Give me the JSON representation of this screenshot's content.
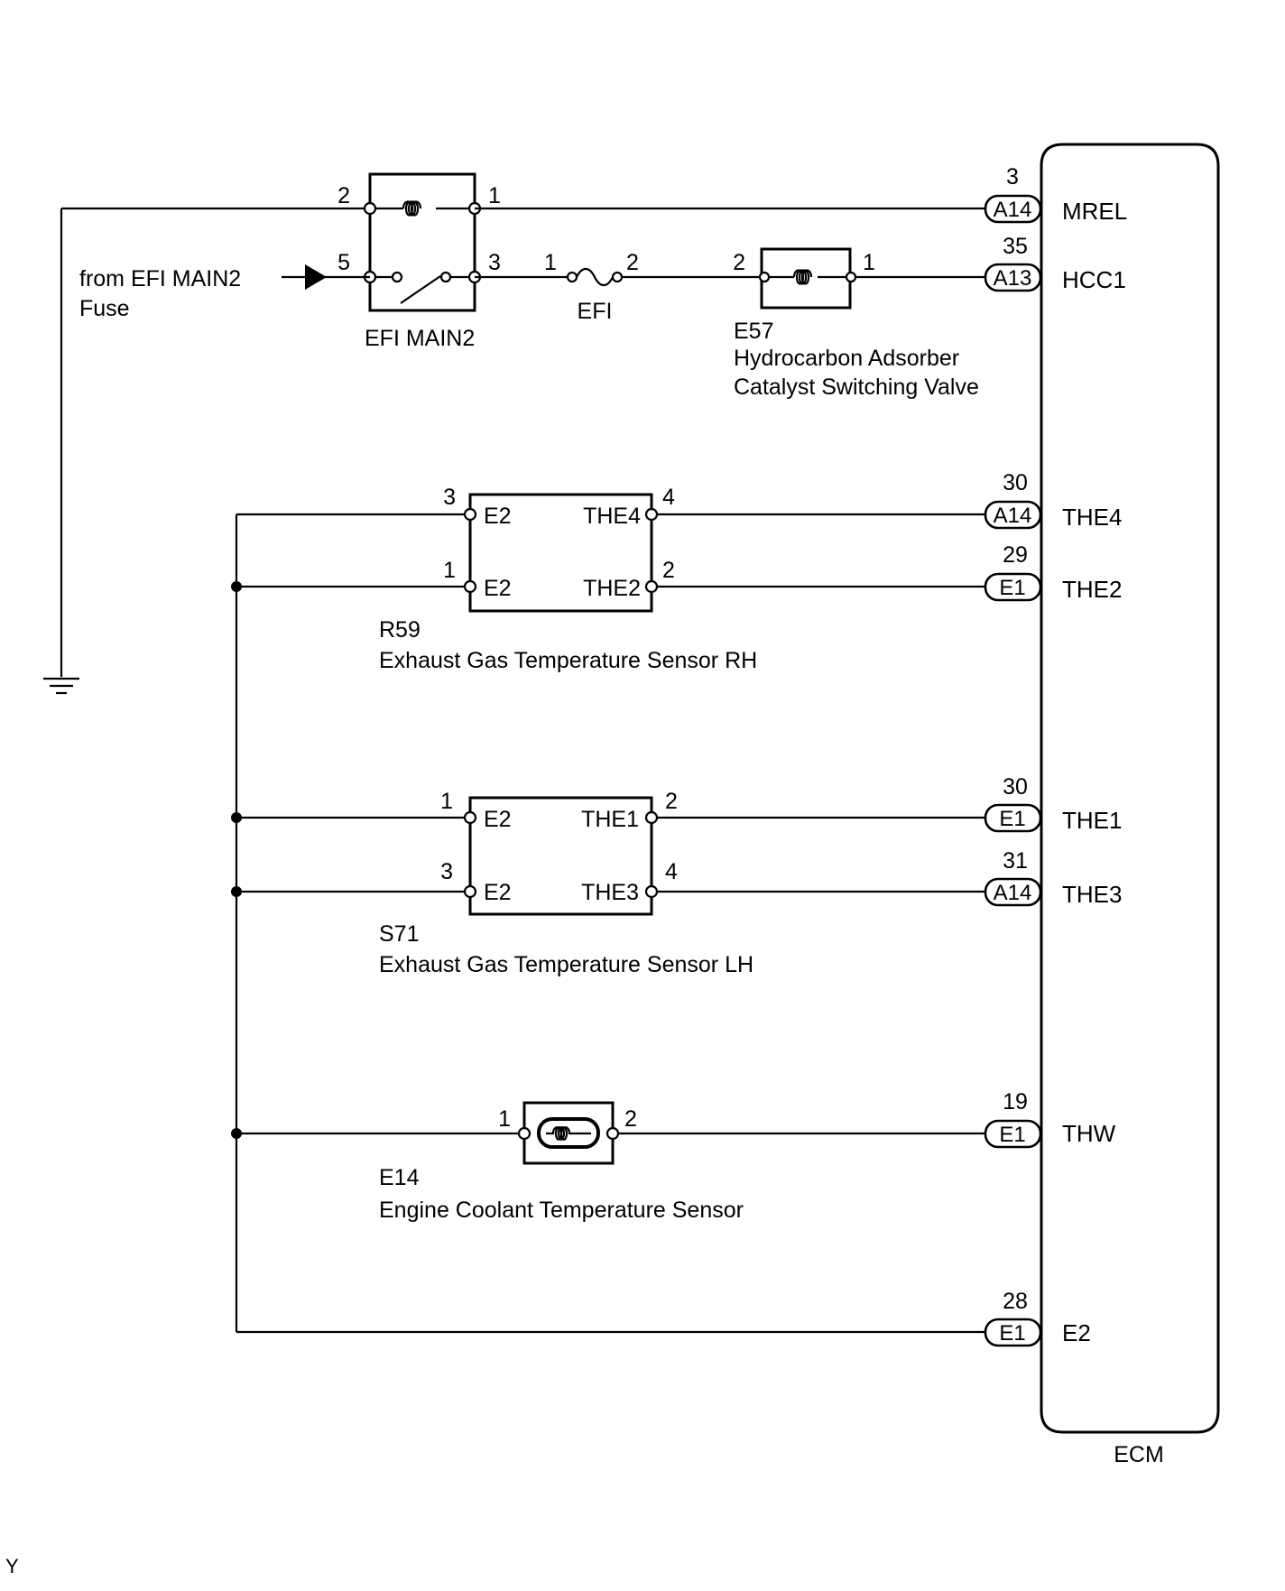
{
  "ecm": {
    "label": "ECM",
    "terminals": [
      {
        "name": "MREL",
        "connector": "A14",
        "pin": "3"
      },
      {
        "name": "HCC1",
        "connector": "A13",
        "pin": "35"
      },
      {
        "name": "THE4",
        "connector": "A14",
        "pin": "30"
      },
      {
        "name": "THE2",
        "connector": "E1",
        "pin": "29"
      },
      {
        "name": "THE1",
        "connector": "E1",
        "pin": "30"
      },
      {
        "name": "THE3",
        "connector": "A14",
        "pin": "31"
      },
      {
        "name": "THW",
        "connector": "E1",
        "pin": "19"
      },
      {
        "name": "E2",
        "connector": "E1",
        "pin": "28"
      }
    ]
  },
  "relay": {
    "label": "EFI MAIN2",
    "pins": {
      "coil_in": "2",
      "coil_out": "1",
      "switch_in": "5",
      "switch_out": "3"
    }
  },
  "source": {
    "line1": "from EFI MAIN2",
    "line2": "Fuse"
  },
  "fuse": {
    "label": "EFI",
    "pin_in": "1",
    "pin_out": "2"
  },
  "valve": {
    "code": "E57",
    "name_line1": "Hydrocarbon Adsorber",
    "name_line2": "Catalyst Switching Valve",
    "pin_in": "2",
    "pin_out": "1"
  },
  "sensor_rh": {
    "code": "R59",
    "name": "Exhaust Gas Temperature Sensor RH",
    "rows": [
      {
        "left_pin": "3",
        "left_label": "E2",
        "right_label": "THE4",
        "right_pin": "4"
      },
      {
        "left_pin": "1",
        "left_label": "E2",
        "right_label": "THE2",
        "right_pin": "2"
      }
    ]
  },
  "sensor_lh": {
    "code": "S71",
    "name": "Exhaust Gas Temperature Sensor LH",
    "rows": [
      {
        "left_pin": "1",
        "left_label": "E2",
        "right_label": "THE1",
        "right_pin": "2"
      },
      {
        "left_pin": "3",
        "left_label": "E2",
        "right_label": "THE3",
        "right_pin": "4"
      }
    ]
  },
  "coolant_sensor": {
    "code": "E14",
    "name": "Engine Coolant Temperature Sensor",
    "pin_in": "1",
    "pin_out": "2"
  },
  "corner_mark": "Y"
}
